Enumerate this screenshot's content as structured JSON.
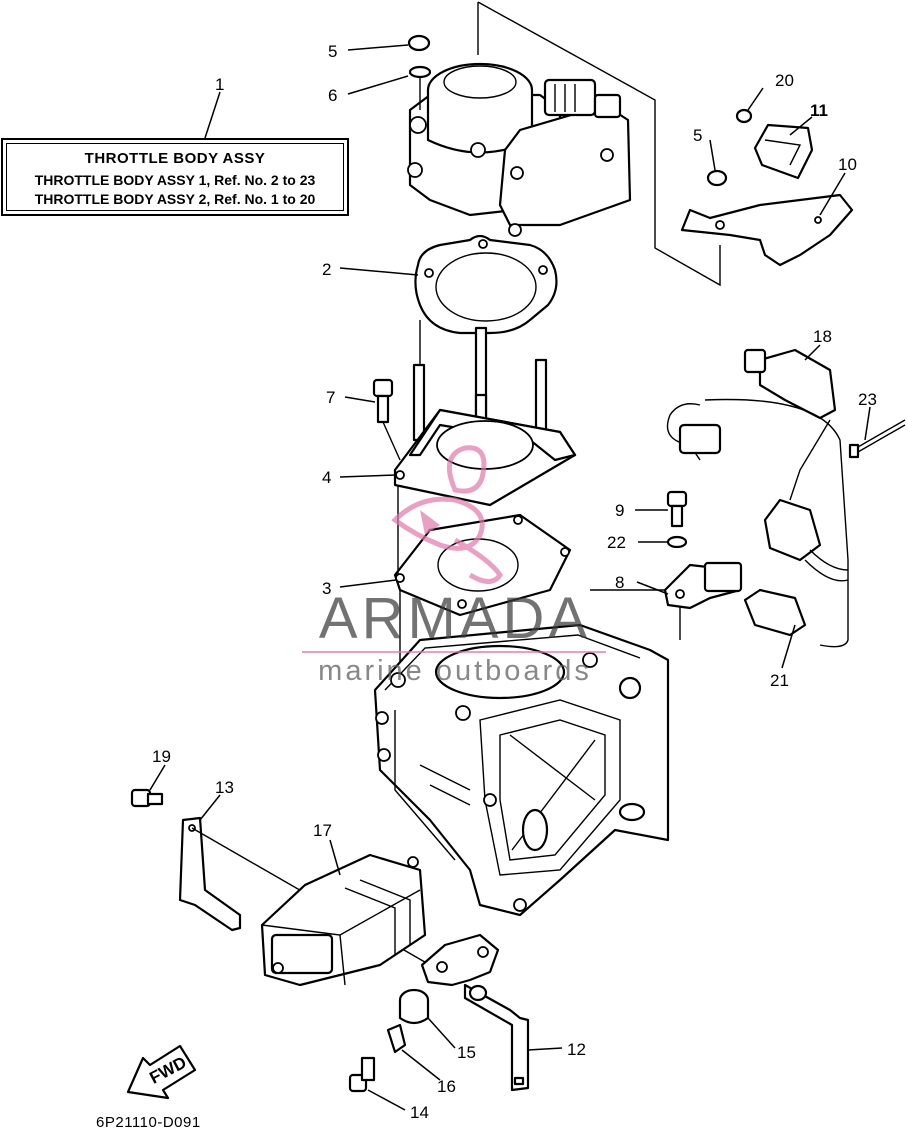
{
  "title_box": {
    "title": "THROTTLE  BODY ASSY",
    "line1": "THROTTLE BODY ASSY 1,  Ref. No. 2 to 23",
    "line2": "THROTTLE BODY ASSY 2,  Ref. No. 1 to 20"
  },
  "callouts": {
    "c1": "1",
    "c2": "2",
    "c3": "3",
    "c4": "4",
    "c5a": "5",
    "c5b": "5",
    "c6": "6",
    "c7": "7",
    "c8": "8",
    "c9": "9",
    "c10": "10",
    "c11": "11",
    "c12": "12",
    "c13": "13",
    "c14": "14",
    "c15": "15",
    "c16": "16",
    "c17": "17",
    "c18": "18",
    "c19": "19",
    "c20": "20",
    "c21": "21",
    "c22": "22",
    "c23": "23"
  },
  "fwd_label": "FWD",
  "watermark": {
    "name": "ARMADA",
    "sub": "marine outboards",
    "accent": "#e178aa"
  },
  "diagram_code": "6P21110-D091"
}
